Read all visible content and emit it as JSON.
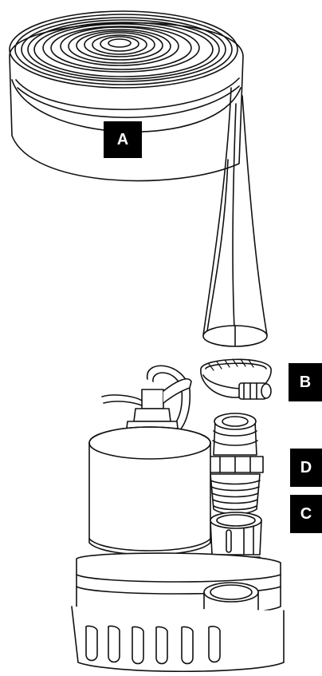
{
  "parts": [
    {
      "id": "A",
      "label": "A",
      "part": "hose-coil"
    },
    {
      "id": "B",
      "label": "B",
      "part": "hose-clamp"
    },
    {
      "id": "C",
      "label": "C",
      "part": "short-threaded-adapter"
    },
    {
      "id": "D",
      "label": "D",
      "part": "hose-barb-adapter"
    }
  ],
  "colors": {
    "line": "#111111",
    "fill": "#ffffff",
    "callout_bg": "#000000",
    "callout_text": "#ffffff"
  }
}
